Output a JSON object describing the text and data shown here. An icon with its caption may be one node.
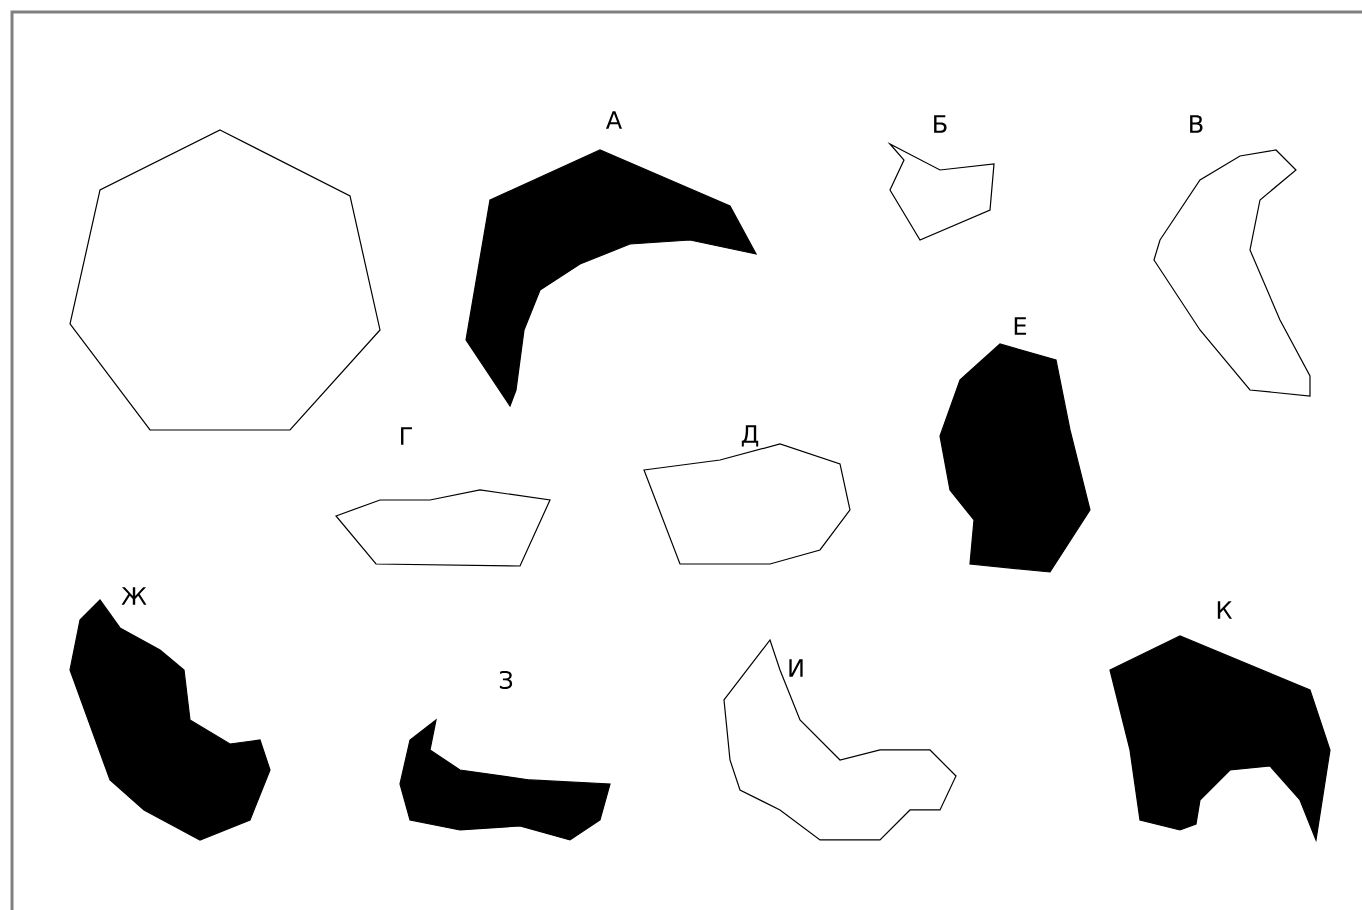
{
  "diagram": {
    "labels": [
      "А",
      "Б",
      "В",
      "Г",
      "Д",
      "Е",
      "Ж",
      "З",
      "И",
      "К"
    ]
  }
}
